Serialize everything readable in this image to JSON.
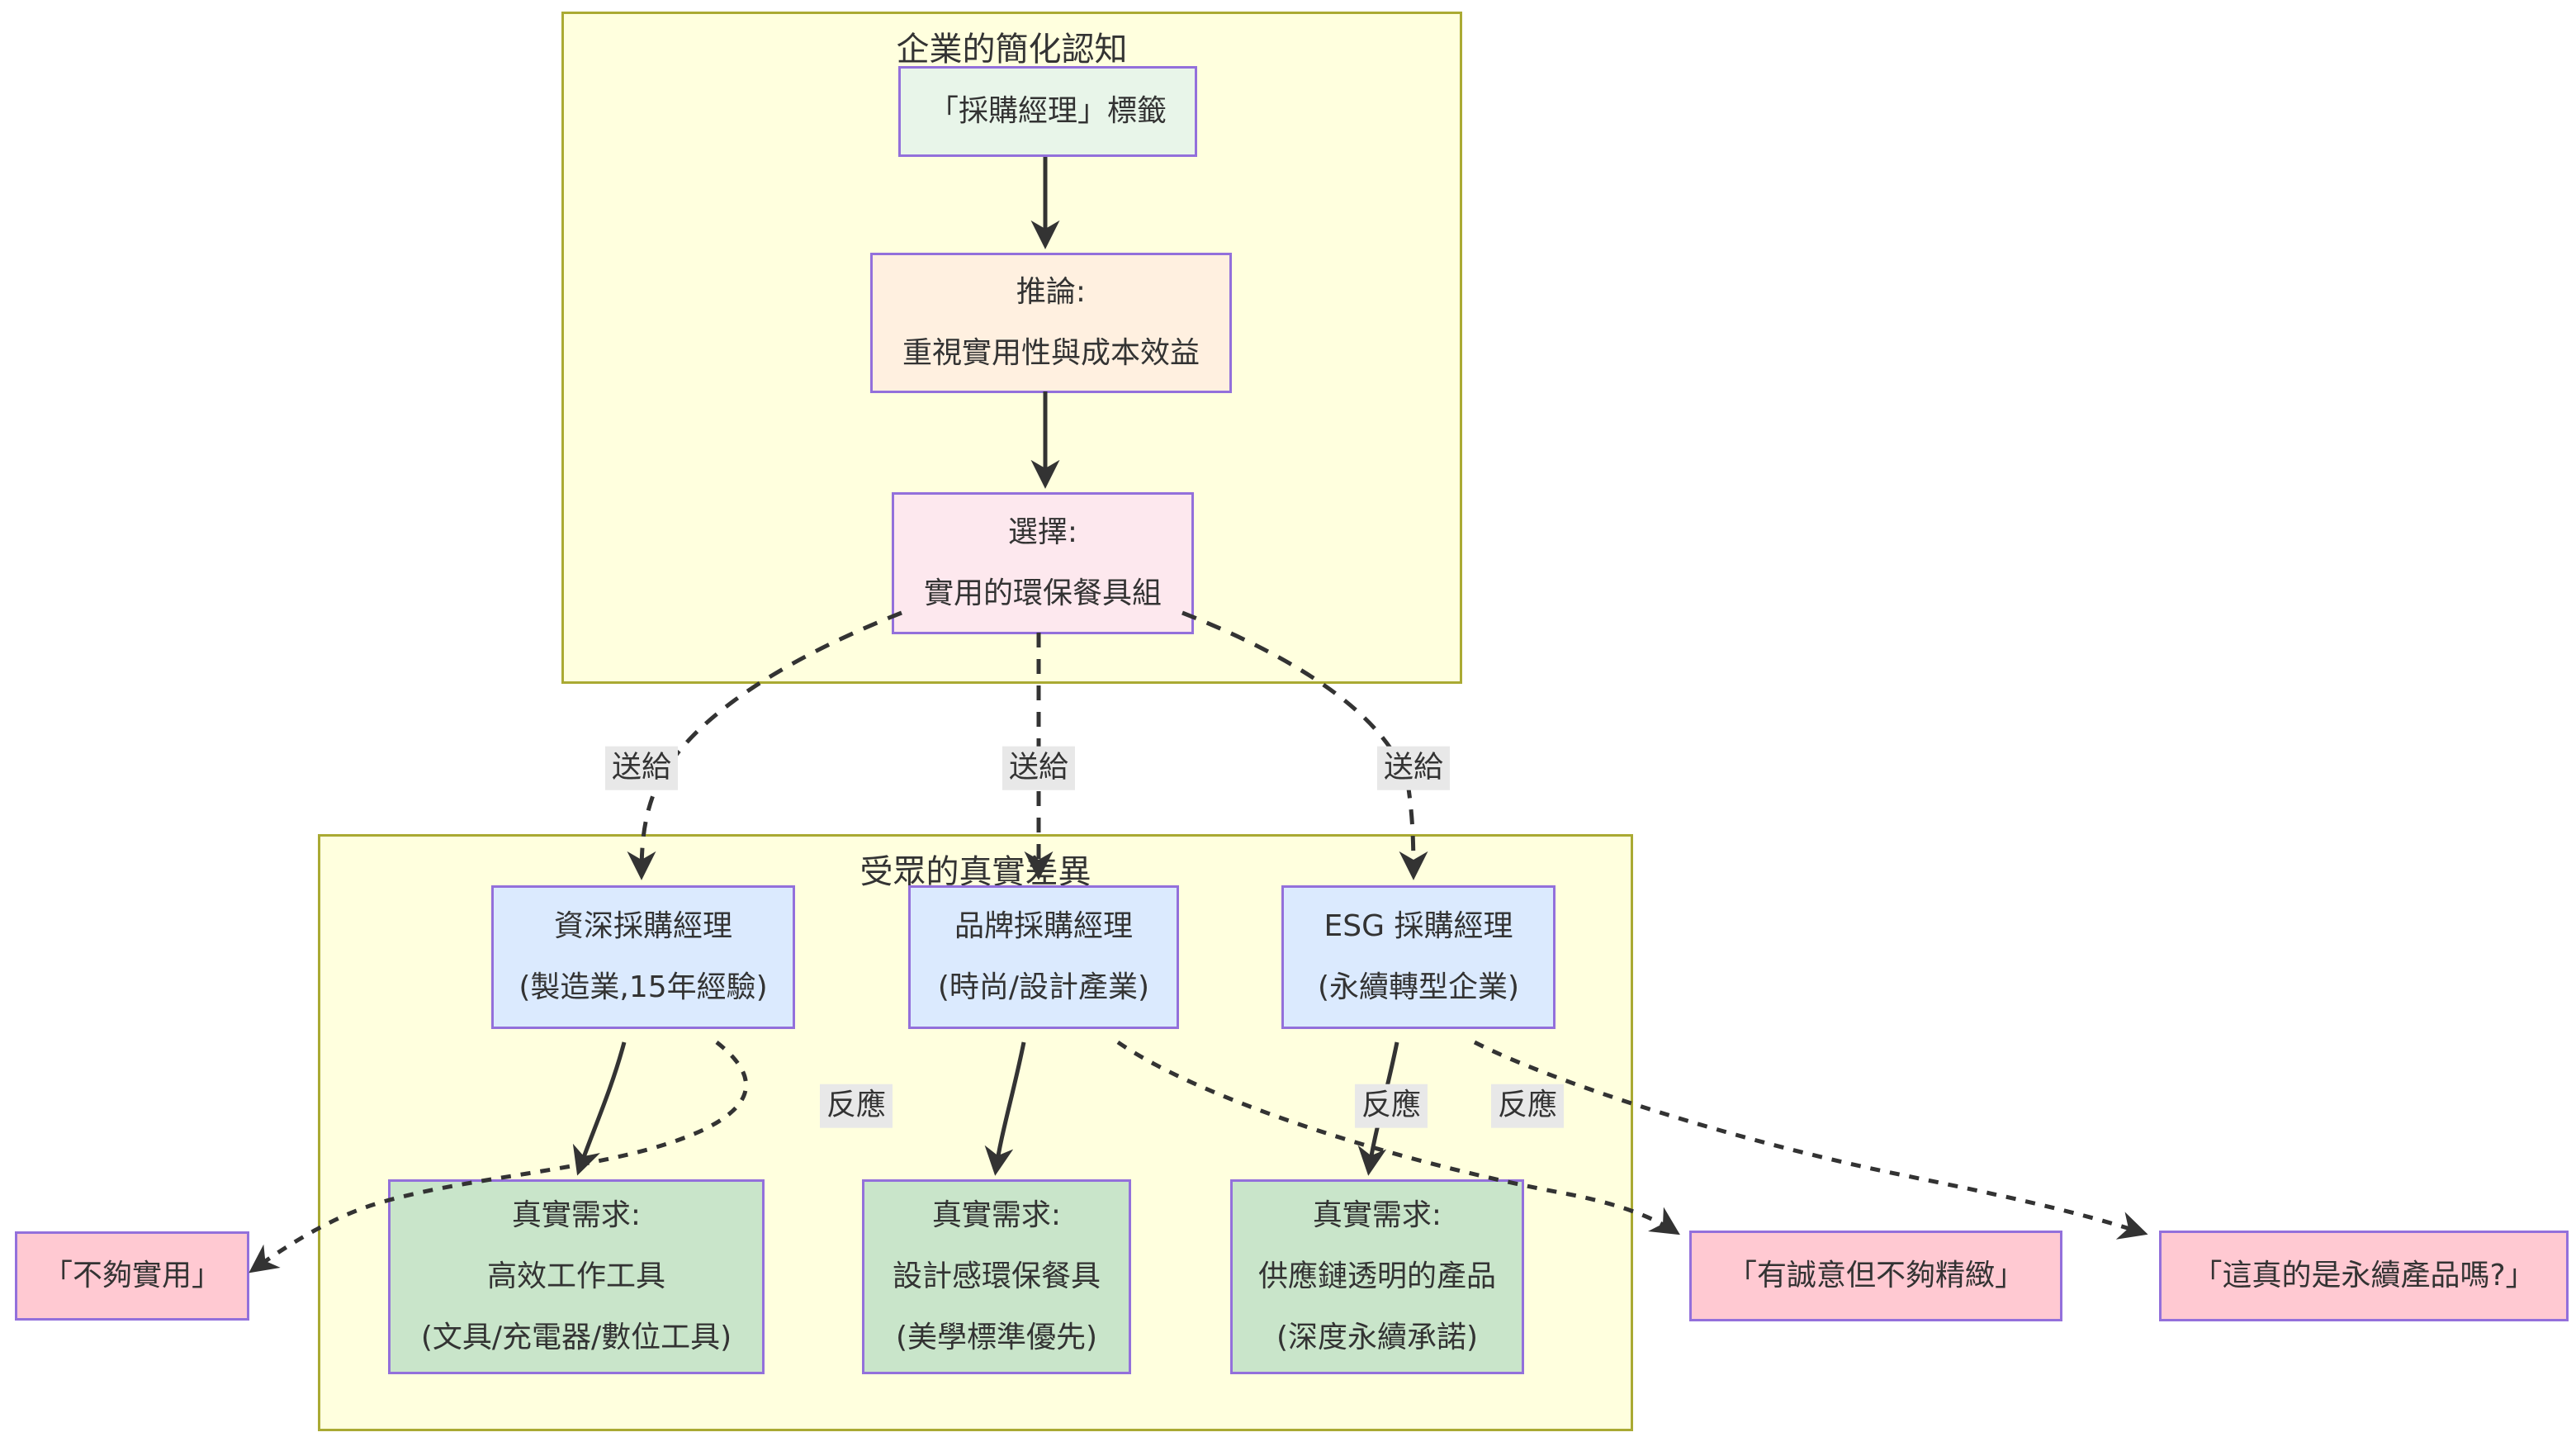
{
  "diagram_type": "flowchart",
  "colors": {
    "canvas_bg": "#ffffff",
    "cluster_fill": "#ffffde",
    "cluster_border": "#aaaa33",
    "node_border": "#9370db",
    "tag_node_fill": "#e8f5e9",
    "inference_node_fill": "#fff0e0",
    "choice_node_fill": "#fde8ee",
    "persona_node_fill": "#dbeafe",
    "need_node_fill": "#c9e5ca",
    "quote_node_fill": "#ffc9d2",
    "edge_label_bg": "#e8e8e8",
    "edge_color": "#333333",
    "text_color": "#333333"
  },
  "clusters": {
    "company": {
      "title": "企業的簡化認知",
      "tag_node": {
        "line1": "「採購經理」標籤"
      },
      "inference_node": {
        "line1": "推論:",
        "line2": "重視實用性與成本效益"
      },
      "choice_node": {
        "line1": "選擇:",
        "line2": "實用的環保餐具組"
      }
    },
    "audience": {
      "title": "受眾的真實差異",
      "personas": [
        {
          "line1": "資深採購經理",
          "line2": "(製造業,15年經驗)"
        },
        {
          "line1": "品牌採購經理",
          "line2": "(時尚/設計產業)"
        },
        {
          "line1": "ESG 採購經理",
          "line2": "(永續轉型企業)"
        }
      ],
      "needs": [
        {
          "line1": "真實需求:",
          "line2": "高效工作工具",
          "line3": "(文具/充電器/數位工具)"
        },
        {
          "line1": "真實需求:",
          "line2": "設計感環保餐具",
          "line3": "(美學標準優先)"
        },
        {
          "line1": "真實需求:",
          "line2": "供應鏈透明的產品",
          "line3": "(深度永續承諾)"
        }
      ]
    }
  },
  "quotes": [
    {
      "text": "「不夠實用」"
    },
    {
      "text": "「有誠意但不夠精緻」"
    },
    {
      "text": "「這真的是永續產品嗎?」"
    }
  ],
  "edge_labels": {
    "send": "送給",
    "react": "反應"
  }
}
